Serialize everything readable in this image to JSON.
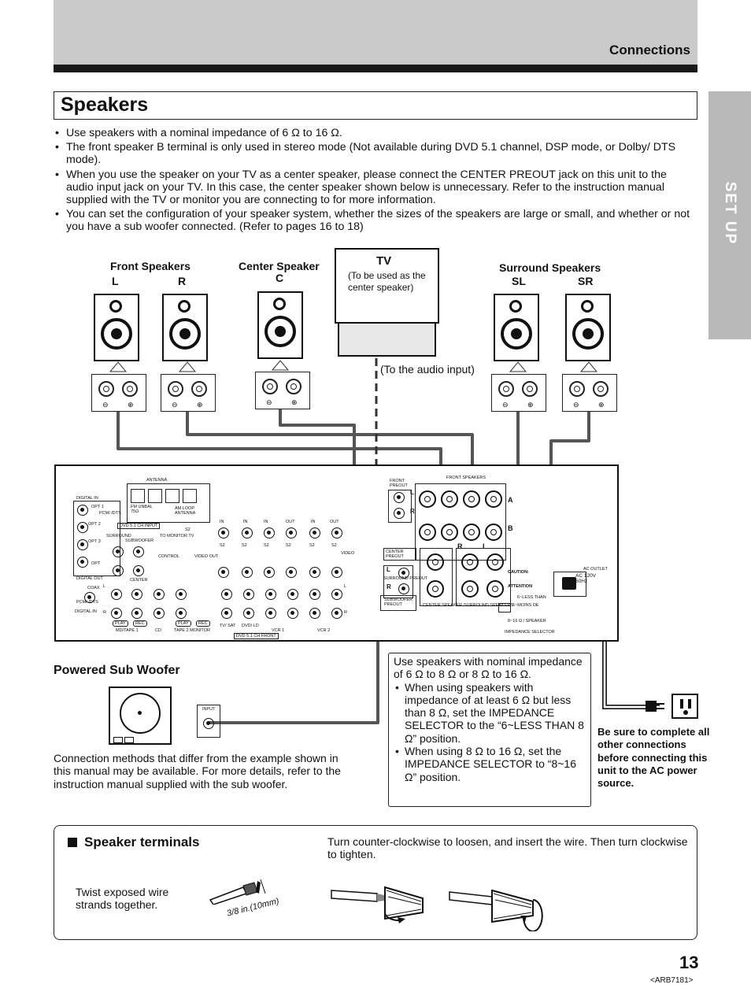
{
  "header": {
    "section": "Connections"
  },
  "page_title": "Speakers",
  "side_tab": "SET UP",
  "bullets": [
    "Use speakers with a nominal impedance of 6 Ω to 16 Ω.",
    "The front speaker B terminal is only used in stereo mode (Not available during DVD 5.1 channel, DSP mode, or Dolby/ DTS mode).",
    "When you use the speaker on your TV as a center speaker, please connect the CENTER PREOUT jack on this unit to the audio input jack on your TV. In this case, the center speaker shown below is unnecessary. Refer to the instruction manual supplied with the TV or monitor you are connecting to for more information.",
    "You can set the configuration of your speaker system, whether the sizes of the speakers are large or small, and whether or not you have a sub woofer connected. (Refer to pages 16 to 18)"
  ],
  "diagram": {
    "front_speakers": "Front Speakers",
    "front_l": "L",
    "front_r": "R",
    "center_speaker": "Center Speaker",
    "center_c": "C",
    "tv_label": "TV",
    "tv_note": "(To be used as the center speaker)",
    "surround_speakers": "Surround Speakers",
    "surround_sl": "SL",
    "surround_sr": "SR",
    "audio_input": "(To the audio input)",
    "minus": "⊖",
    "plus": "⊕"
  },
  "panel": {
    "antenna": "ANTENNA",
    "am_loop": "AM LOOP ANTENNA",
    "fm_unbal": "FM UNBAL 75Ω",
    "digital_in": "DIGITAL IN",
    "opt1": "OPT 1",
    "opt2": "OPT 2",
    "opt3": "OPT 3",
    "opt_out": "OPT",
    "digital_out": "DIGITAL OUT",
    "coax": "COAX",
    "pcm_dts": "PCM/ /DTS",
    "dvd51": "DVD 5.1 CH INPUT",
    "surround": "SURROUND",
    "subwoofer": "SUBWOOFER",
    "center": "CENTER",
    "to_monitor": "TO MONITOR TV",
    "control": "CONTROL",
    "video_out": "VIDEO OUT",
    "md_tape1": "MD/TAPE 1",
    "cd": "CD",
    "tape2": "TAPE 2 MONITOR",
    "tv_sat": "TV/ SAT",
    "dvd_ld": "DVD/ LD",
    "vcr1": "VCR 1",
    "vcr2": "VCR 2",
    "dvd51_front": "DVD 5.1 CH FRONT",
    "in": "IN",
    "out": "OUT",
    "s2": "S2",
    "video": "VIDEO",
    "play": "PLAY",
    "rec": "REC",
    "L": "L",
    "R": "R",
    "front_preout": "FRONT PREOUT",
    "front_speakers": "FRONT SPEAKERS",
    "a": "A",
    "b": "B",
    "center_preout": "CENTER PREOUT",
    "surround_preout": "SURROUND PREOUT",
    "subwoofer_preout": "SUBWOOFER PREOUT",
    "center_speaker": "CENTER SPEAKER",
    "surround_speakers": "SURROUND SPEAKERS",
    "caution": "CAUTION:",
    "attention": "ATTENTION",
    "ac_outlet": "AC OUTLET",
    "ac_spec": "AC 120V 60Hz",
    "imp_less": "6~LESS THAN",
    "imp_moins": "6~MOINS DE",
    "imp_8": "8~16 Ω / SPEAKER",
    "impedance_selector": "IMPEDANCE SELECTOR"
  },
  "sub_woofer": {
    "heading": "Powered Sub Woofer",
    "input": "INPUT",
    "note": "Connection methods that differ from the example shown in this manual may be available. For more details, refer to the instruction manual supplied with the sub woofer."
  },
  "impedance_note": {
    "intro": "Use speakers with nominal impedance of 6 Ω to 8 Ω or 8 Ω  to 16 Ω.",
    "items": [
      "When using speakers with impedance of at least 6 Ω but less than 8 Ω, set the IMPEDANCE SELECTOR to the “6~LESS THAN 8 Ω” position.",
      "When using 8 Ω to 16 Ω, set the IMPEDANCE SELECTOR to “8~16 Ω” position."
    ]
  },
  "power_note": "Be sure to complete all other connections before connecting this unit to the AC power source.",
  "terminals": {
    "heading": "Speaker terminals",
    "instruction": "Turn counter-clockwise to loosen, and insert the wire. Then turn clockwise to tighten.",
    "twist": "Twist exposed wire strands together.",
    "length": "3/8 in.(10mm)"
  },
  "footer": {
    "page_number": "13",
    "code": "<ARB7181>"
  }
}
